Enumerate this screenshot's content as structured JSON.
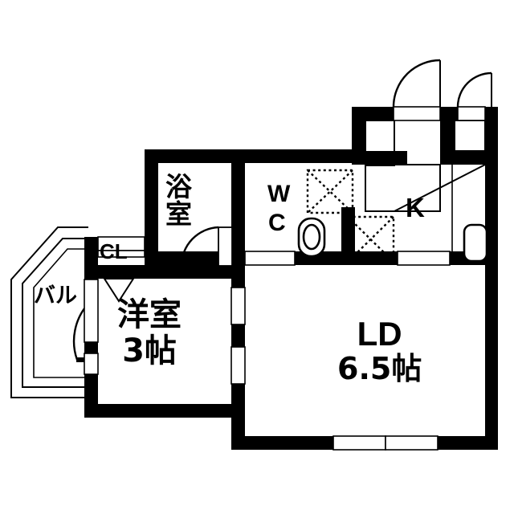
{
  "plan": {
    "type": "japanese-apartment-floorplan",
    "layout_name": "1K / 1LDK style unit",
    "background_color": "#ffffff",
    "line_color": "#000000"
  },
  "rooms": [
    {
      "id": "bathroom",
      "name_line1": "浴",
      "name_line2": "室",
      "full_label": "浴室",
      "meaning": "Bathroom"
    },
    {
      "id": "wc",
      "name_line1": "W",
      "name_line2": "C",
      "full_label": "WC",
      "meaning": "Toilet / Washroom"
    },
    {
      "id": "kitchen",
      "full_label": "K",
      "meaning": "Kitchen"
    },
    {
      "id": "closet",
      "full_label": "CL",
      "meaning": "Closet"
    },
    {
      "id": "balcony",
      "full_label": "バル",
      "meaning": "Balcony"
    },
    {
      "id": "western-room",
      "name_line1": "洋室",
      "name_line2": "3帖",
      "full_label": "洋室 3帖",
      "meaning": "Western-style room, 3 tatami"
    },
    {
      "id": "living-dining",
      "name_line1": "LD",
      "name_line2": "6.5帖",
      "full_label": "LD 6.5帖",
      "meaning": "Living / Dining, 6.5 tatami"
    }
  ],
  "fixtures": {
    "toilet": "toilet-bowl",
    "sink": "kitchen-sink",
    "appliance_box_upper": "washing-machine-space",
    "appliance_box_lower": "refrigerator-space",
    "entrance_step": "genkan-agarikamachi",
    "closet_marker": "closet-opening-triangle"
  },
  "openings": {
    "entry_door_main": "entrance-door",
    "entry_door_side": "secondary-door",
    "bath_door": "bathroom-door",
    "balcony_door": "balcony-door",
    "ld_window": "ld-sliding-window",
    "room_window": "room-sliding-window"
  }
}
